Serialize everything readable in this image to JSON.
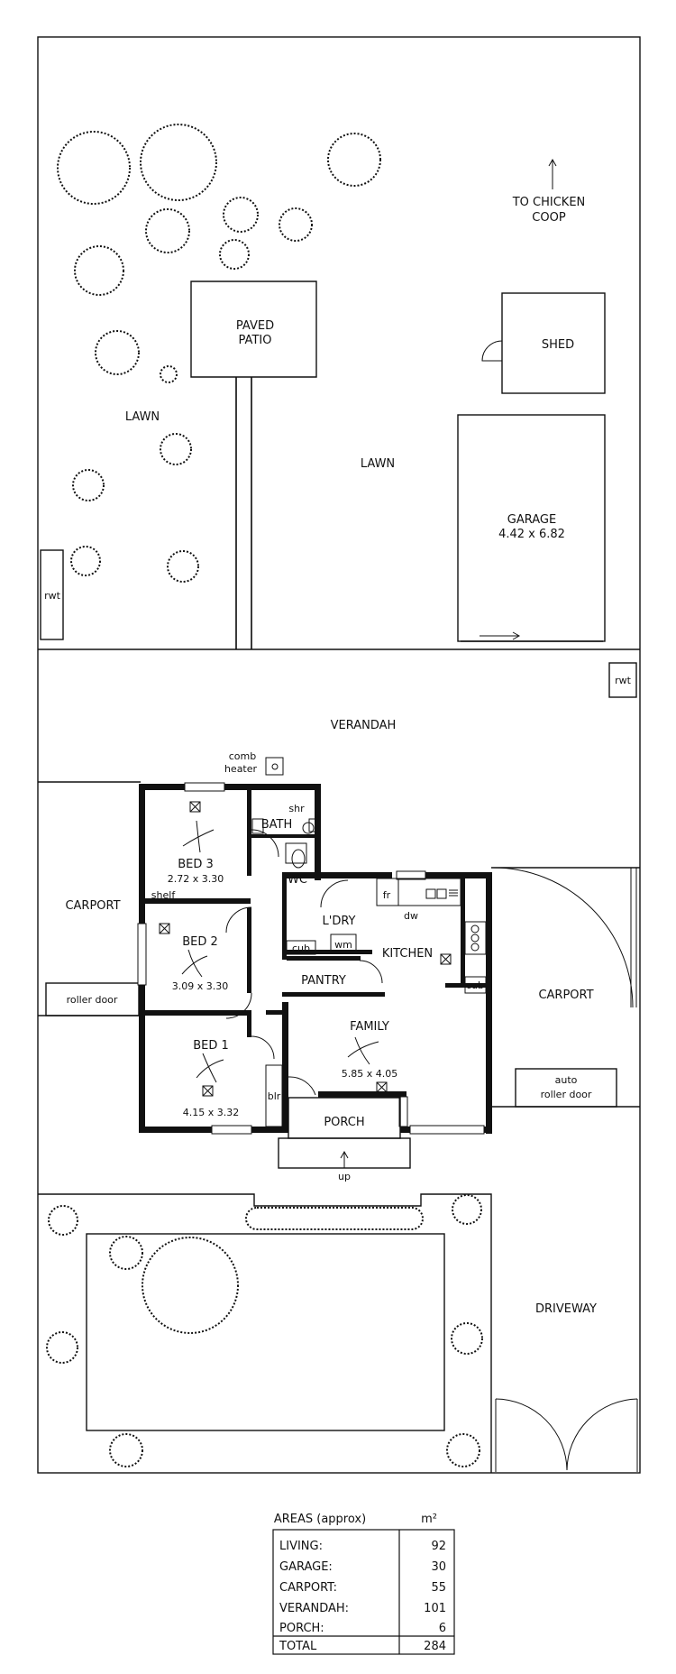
{
  "labels": {
    "to_chicken_coop_1": "TO CHICKEN",
    "to_chicken_coop_2": "COOP",
    "paved_patio_1": "PAVED",
    "paved_patio_2": "PATIO",
    "shed": "SHED",
    "lawn_left": "LAWN",
    "lawn_right": "LAWN",
    "garage": "GARAGE",
    "garage_dims": "4.42 x 6.82",
    "rwt_left": "rwt",
    "rwt_right": "rwt",
    "verandah": "VERANDAH",
    "comb_heater_1": "comb",
    "comb_heater_2": "heater",
    "bath": "BATH",
    "shr": "shr",
    "wc": "WC",
    "bed3": "BED 3",
    "bed3_dims": "2.72 x 3.30",
    "shelf": "shelf",
    "bed2": "BED 2",
    "bed2_dims": "3.09 x 3.30",
    "bed1": "BED 1",
    "bed1_dims": "4.15 x 3.32",
    "blr": "blr",
    "carport_left": "CARPORT",
    "roller_door": "roller door",
    "ldry": "L'DRY",
    "wm": "wm",
    "cub1": "cub",
    "cub2": "cub",
    "fr": "fr",
    "dw": "dw",
    "kitchen": "KITCHEN",
    "pantry": "PANTRY",
    "family": "FAMILY",
    "family_dims": "5.85 x 4.05",
    "porch": "PORCH",
    "up": "up",
    "carport_right": "CARPORT",
    "auto_roller_1": "auto",
    "auto_roller_2": "roller door",
    "driveway": "DRIVEWAY"
  },
  "areas": {
    "header": "AREAS (approx)",
    "unit": "m²",
    "rows": [
      {
        "name": "LIVING:",
        "value": "92"
      },
      {
        "name": "GARAGE:",
        "value": "30"
      },
      {
        "name": "CARPORT:",
        "value": "55"
      },
      {
        "name": "VERANDAH:",
        "value": "101"
      },
      {
        "name": "PORCH:",
        "value": "6"
      }
    ],
    "total_label": "TOTAL",
    "total_value": "284"
  }
}
